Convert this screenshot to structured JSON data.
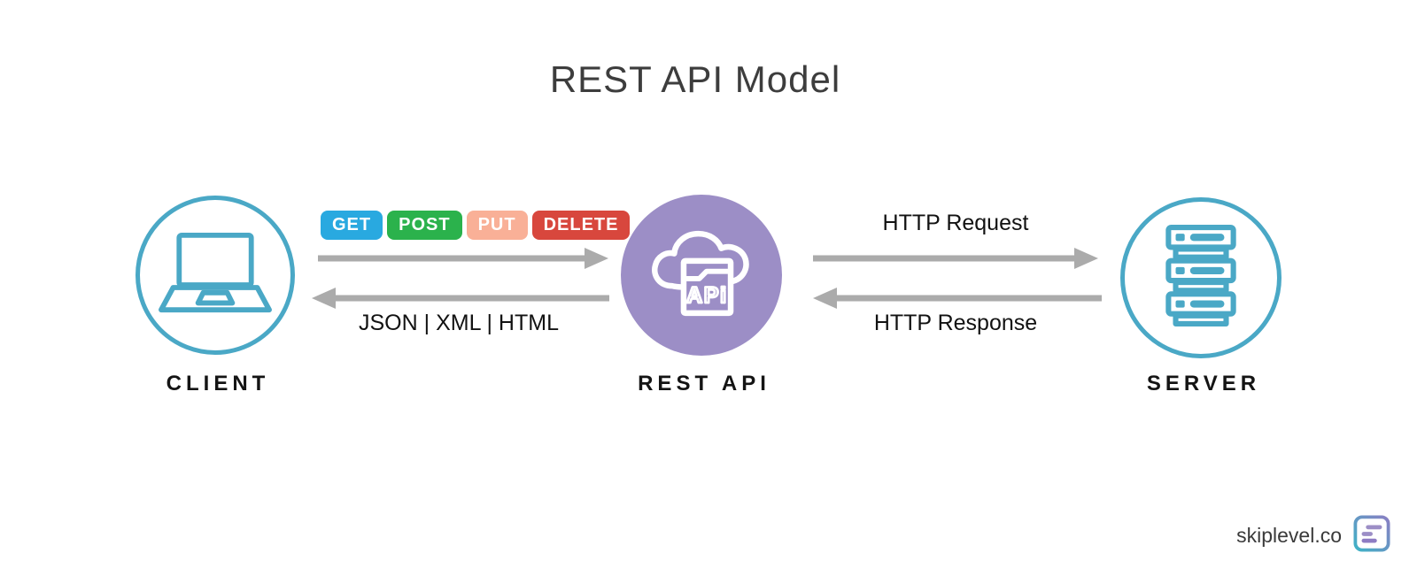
{
  "title": "REST API Model",
  "nodes": {
    "client": {
      "label": "CLIENT"
    },
    "rest_api": {
      "label": "REST API",
      "icon_text": "APi"
    },
    "server": {
      "label": "SERVER"
    }
  },
  "client_api_exchange": {
    "methods": [
      {
        "label": "GET",
        "color": "#29a9e0"
      },
      {
        "label": "POST",
        "color": "#2bb24c"
      },
      {
        "label": "PUT",
        "color": "#f9b097"
      },
      {
        "label": "DELETE",
        "color": "#d8473d"
      }
    ],
    "response_formats": "JSON | XML | HTML"
  },
  "api_server_exchange": {
    "request_label": "HTTP Request",
    "response_label": "HTTP Response"
  },
  "footer": {
    "brand": "skiplevel.co"
  },
  "colors": {
    "node_ring_teal": "#4aa8c6",
    "rest_api_purple": "#9c8ec6",
    "arrow_gray": "#ababab",
    "title_text": "#3d3d3d",
    "label_text": "#141414",
    "logo_gradient_start": "#3ab5c6",
    "logo_gradient_end": "#8e7cc3"
  }
}
